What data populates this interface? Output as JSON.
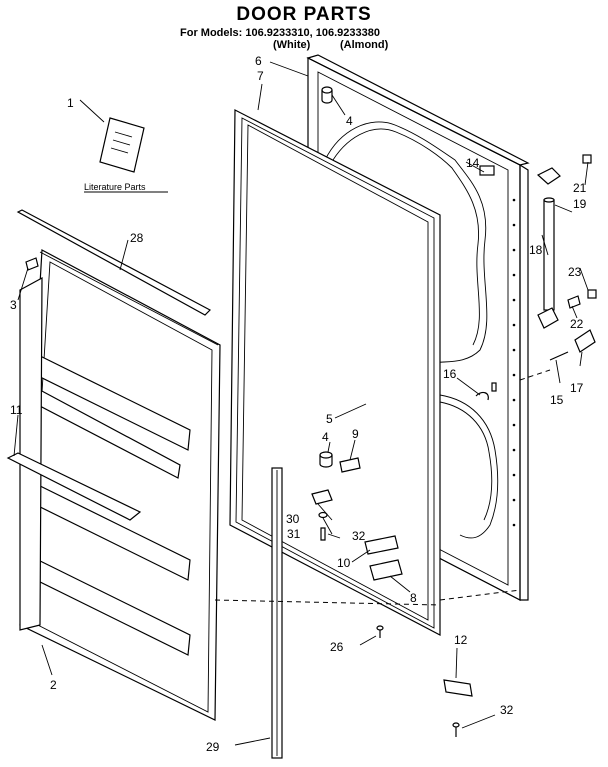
{
  "header": {
    "title": "DOOR PARTS",
    "models_line": "For Models: 106.9233310, 106.9233380",
    "variant_white": "(White)",
    "variant_almond": "(Almond)"
  },
  "literature_label": "Literature Parts",
  "part_labels": {
    "p1": "1",
    "p2": "2",
    "p3": "3",
    "p4a": "4",
    "p4b": "4",
    "p5": "5",
    "p6": "6",
    "p7": "7",
    "p8": "8",
    "p9": "9",
    "p10": "10",
    "p11": "11",
    "p12": "12",
    "p14": "14",
    "p15": "15",
    "p16": "16",
    "p17": "17",
    "p18": "18",
    "p19": "19",
    "p21": "21",
    "p22": "22",
    "p23": "23",
    "p26": "26",
    "p28": "28",
    "p29": "29",
    "p30": "30",
    "p31": "31",
    "p32a": "32",
    "p32b": "32"
  }
}
